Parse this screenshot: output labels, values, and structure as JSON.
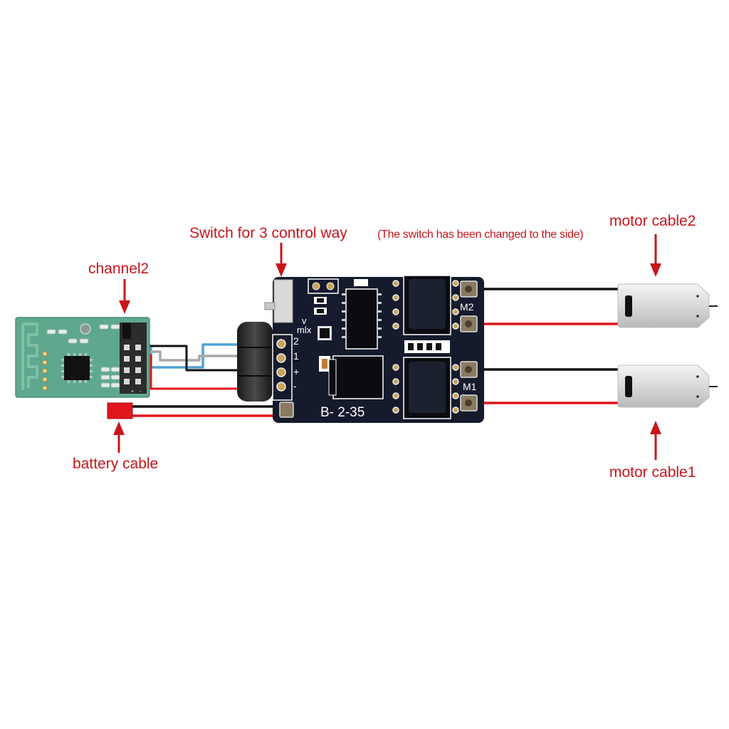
{
  "labels": {
    "switch_title": "Switch for 3 control way",
    "switch_note": "(The switch has been changed to the side)",
    "channel": "channel2",
    "battery": "battery cable",
    "motor2": "motor cable2",
    "motor1": "motor cable1"
  },
  "board": {
    "model": "B-  2-35",
    "pin_2": "2",
    "pin_1": "1",
    "pin_plus": "+",
    "pin_minus": "-",
    "mode_v": "v",
    "mode_mix": "mlx",
    "m2": "M2",
    "m1": "M1"
  },
  "receiver": {
    "pin_plus": "+",
    "pin_minus": "-"
  },
  "colors": {
    "label_red": "#c8151b",
    "board": "#151a2c",
    "receiver_green": "#5fa88e",
    "wire_red": "#e0161b",
    "wire_black": "#111111",
    "wire_blue": "#4fa3d1",
    "wire_gray": "#a8a8a8"
  }
}
